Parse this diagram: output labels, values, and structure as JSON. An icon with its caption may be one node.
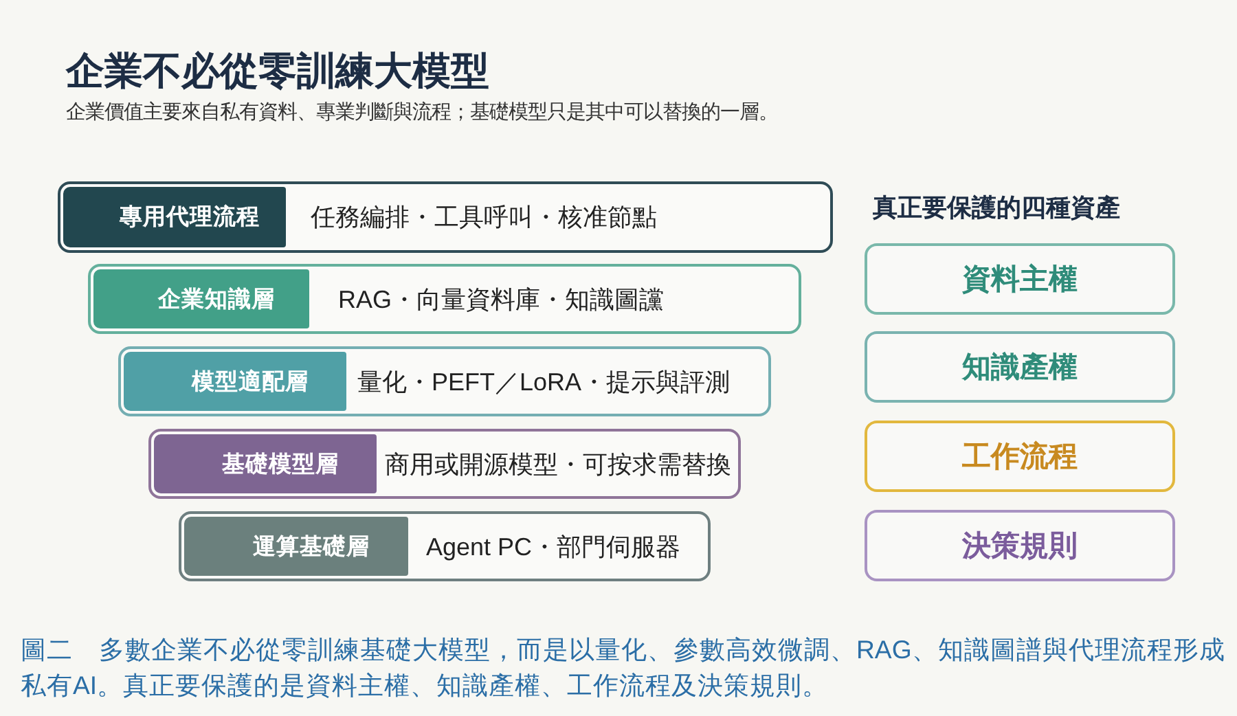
{
  "diagram": {
    "title": "企業不必從零訓練大模型",
    "caption": "圖二　多數企業不必從零訓練基礎大模型，而是以量化、參數高效微調、RAG、知識圖譜與代理流程形成私有AI。真正要保護的是資料主權、知識產權、工作流程及決策規則。",
    "nodes": [
      {
        "text": [
          "專用代理流程",
          "任務編排・工具呼叫・核准節點"
        ]
      },
      {
        "text": [
          "企業知識層",
          "RAG・向量資料庫・知識圖讜"
        ]
      },
      {
        "text": [
          "模型適配層",
          "量化・PEFT／LoRA・提示與評測"
        ]
      },
      {
        "text": [
          "基礎模型層",
          "商用或開源模型・可按求需替換"
        ]
      },
      {
        "text": [
          "運算基礎層",
          "Agent PC・部門伺服器"
        ]
      },
      {
        "text": [
          "資料主權"
        ]
      },
      {
        "text": [
          "知識產權"
        ]
      },
      {
        "text": [
          "工作流程"
        ]
      },
      {
        "text": [
          "決策規則"
        ]
      }
    ],
    "labels": [
      "企業價值主要來自私有資料、專業判斷與流程；基礎模型只是其中可以替換的一層。",
      "真正要保護的四種資產"
    ]
  }
}
